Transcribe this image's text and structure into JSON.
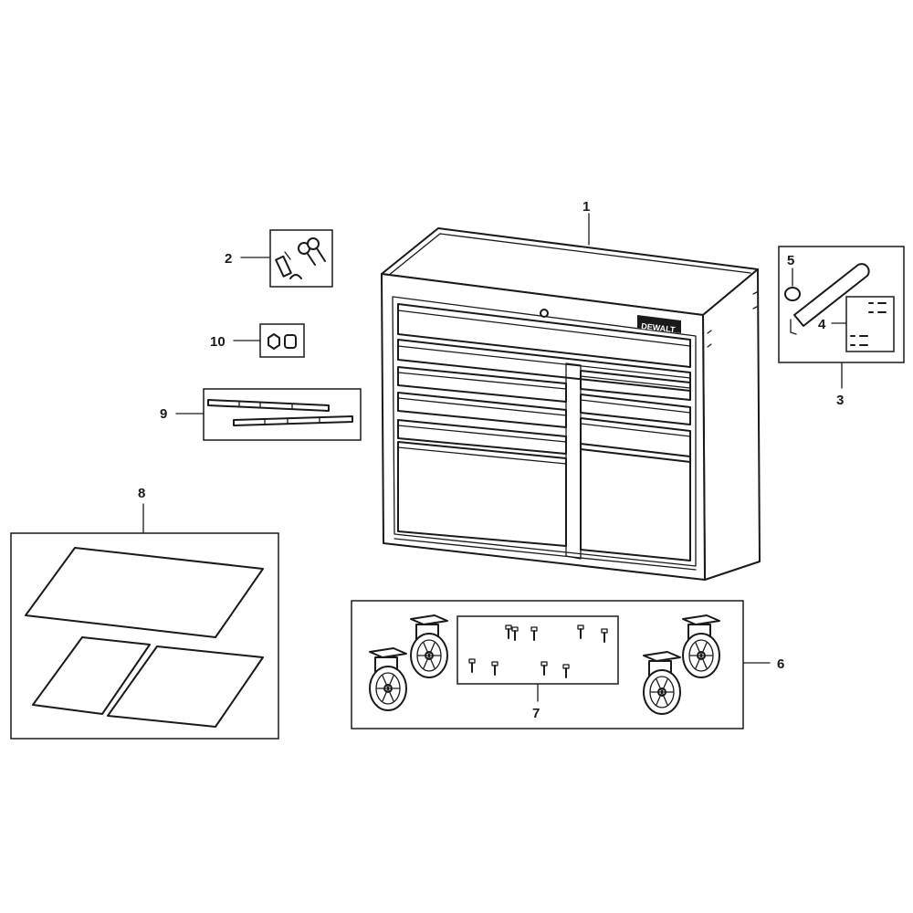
{
  "diagram": {
    "brand_badge": "DEWALT",
    "callouts": {
      "c1": "1",
      "c2": "2",
      "c3": "3",
      "c4": "4",
      "c5": "5",
      "c6": "6",
      "c7": "7",
      "c8": "8",
      "c9": "9",
      "c10": "10"
    }
  }
}
